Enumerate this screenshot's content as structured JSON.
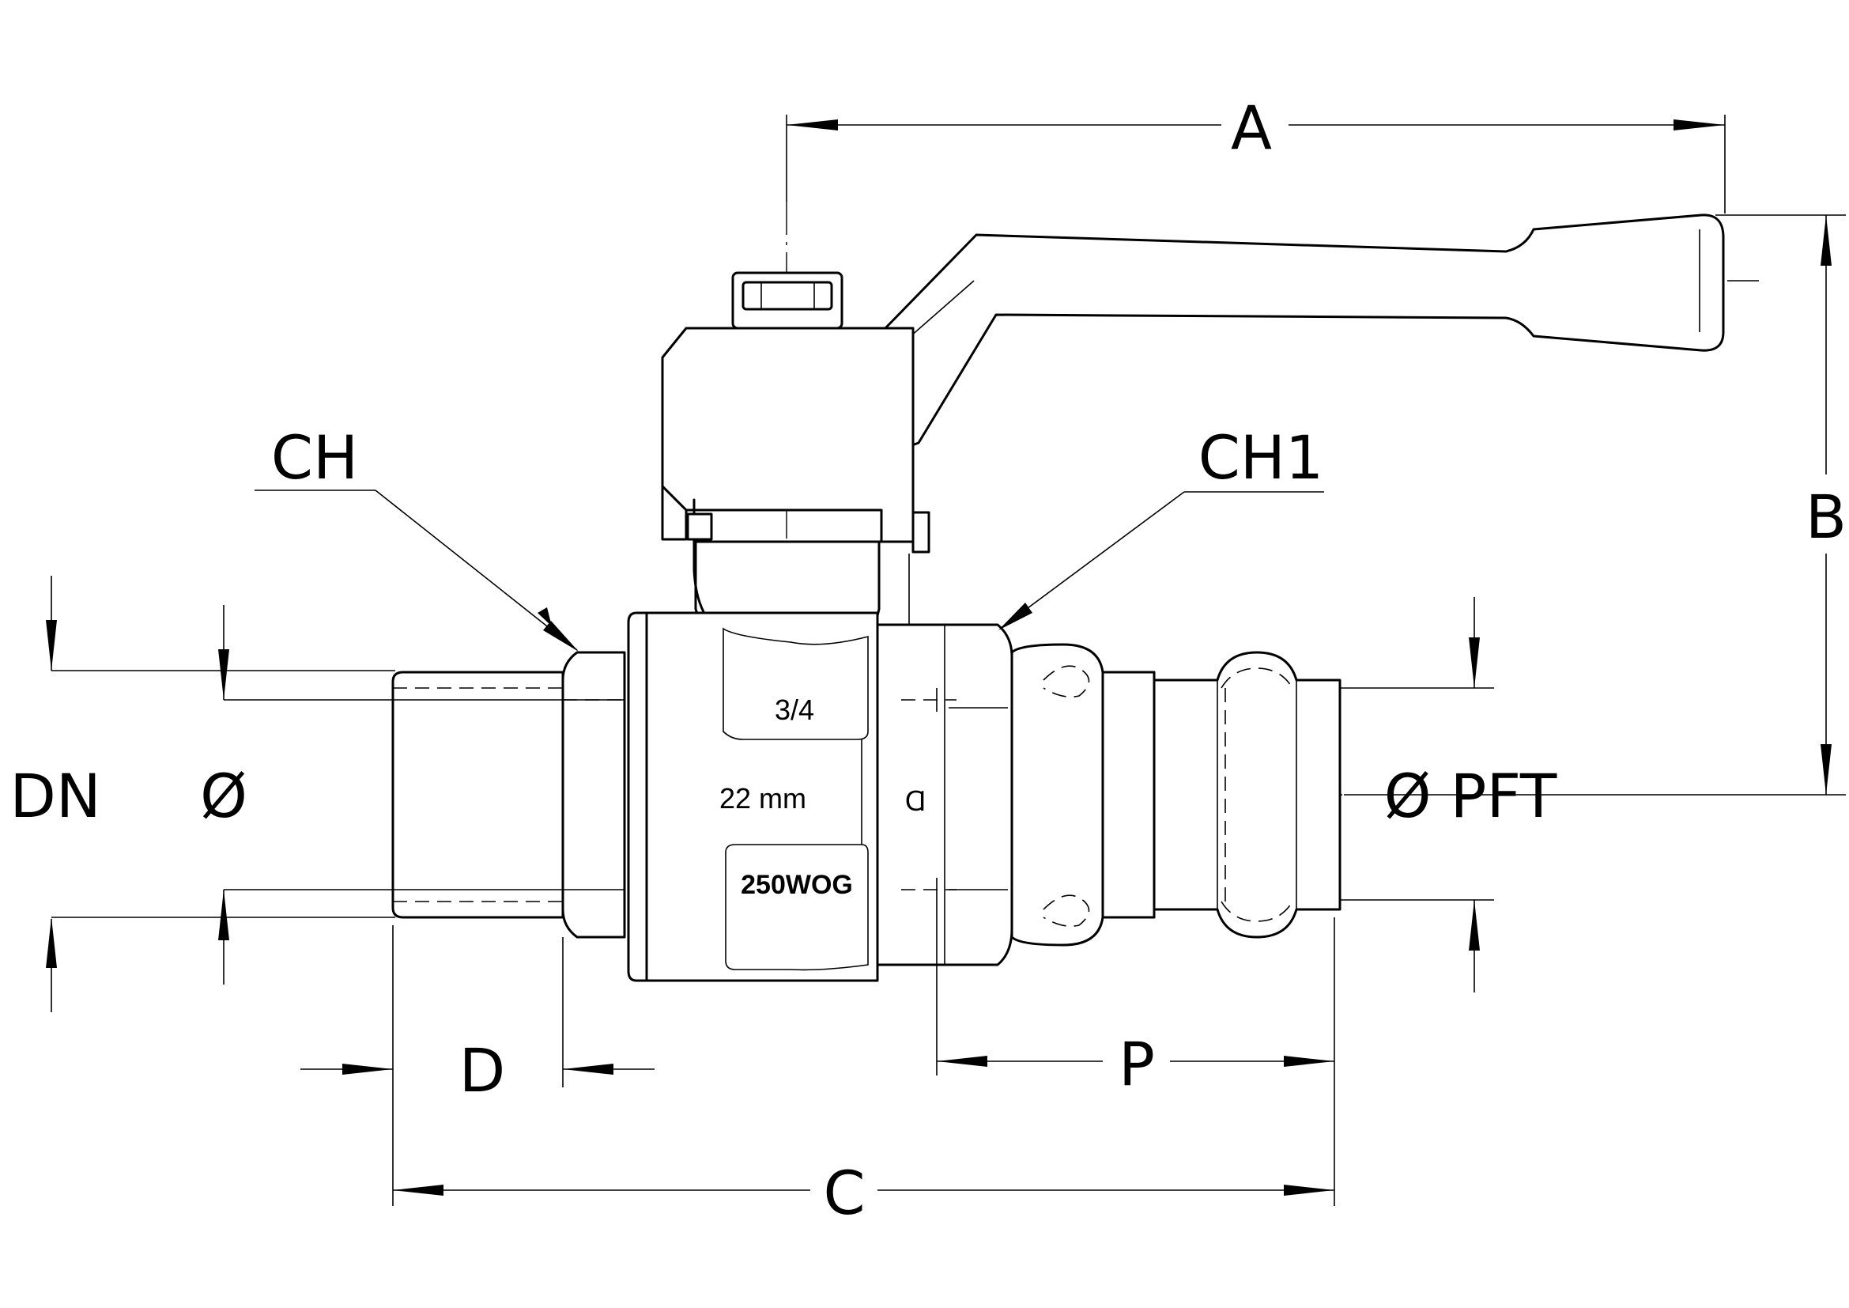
{
  "labels": {
    "a": "A",
    "b": "B",
    "c": "C",
    "d": "D",
    "p": "P",
    "dn": "DN",
    "dia": "Ø",
    "dia_pft": "Ø PFT",
    "ch": "CH",
    "ch1": "CH1"
  },
  "body_markings": {
    "size": "3/4",
    "pipe": "22   mm",
    "pressure": "250WOG",
    "logo": "Ɑ"
  }
}
